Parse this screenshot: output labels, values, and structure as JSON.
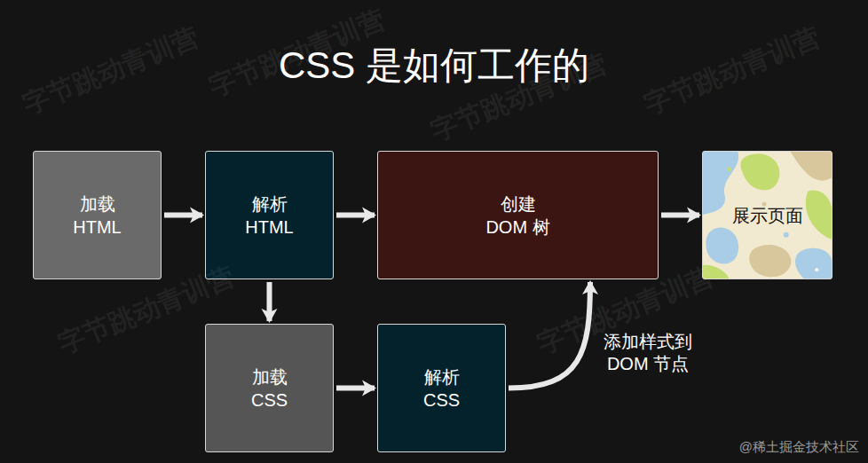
{
  "diagram": {
    "title": "CSS 是如何工作的",
    "nodes": [
      {
        "text": [
          "加载 HTML"
        ]
      },
      {
        "text": [
          "解析 HTML"
        ]
      },
      {
        "text": [
          "创建 DOM 树"
        ]
      },
      {
        "text": [
          "展示页面"
        ]
      },
      {
        "text": [
          "加载 CSS"
        ]
      },
      {
        "text": [
          "解析 CSS"
        ]
      }
    ],
    "edges": [
      {
        "from": 0,
        "to": 1,
        "arrow": "to"
      },
      {
        "from": 1,
        "to": 2,
        "arrow": "to"
      },
      {
        "from": 2,
        "to": 3,
        "arrow": "to"
      },
      {
        "from": 1,
        "to": 4,
        "arrow": "to"
      },
      {
        "from": 4,
        "to": 5,
        "arrow": "to"
      },
      {
        "from": 5,
        "to": 2,
        "label": "添加样式到 DOM 节点",
        "arrow": "to"
      }
    ],
    "labels": [
      "字节跳动青训营",
      "字节跳动青训营",
      "字节跳动青训营",
      "字节跳动青训营",
      "字节跳动青训营",
      "字节跳动青训营",
      "@稀土掘金技术社区"
    ]
  }
}
